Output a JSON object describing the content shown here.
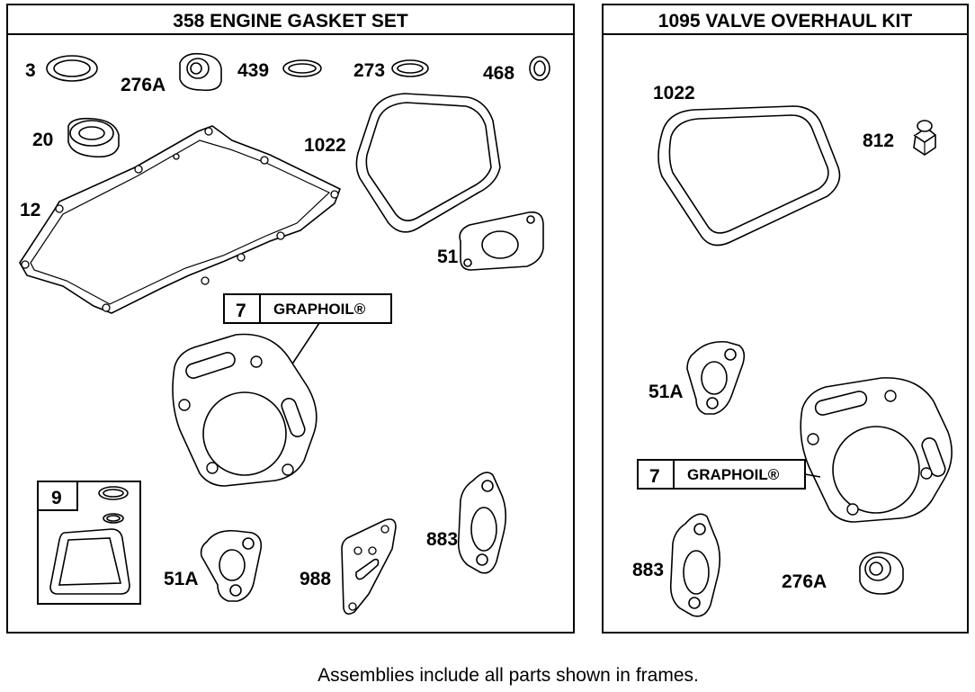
{
  "kits": [
    {
      "title": "358  ENGINE GASKET SET",
      "labels": {
        "p3": "3",
        "p276a": "276A",
        "p439": "439",
        "p273": "273",
        "p468": "468",
        "p20": "20",
        "p1022": "1022",
        "p12": "12",
        "p51": "51",
        "p7": "7",
        "graphoil": "GRAPHOIL®",
        "p9": "9",
        "p51a": "51A",
        "p988": "988",
        "p883": "883"
      }
    },
    {
      "title": "1095 VALVE OVERHAUL KIT",
      "labels": {
        "p1022": "1022",
        "p812": "812",
        "p51a": "51A",
        "p7": "7",
        "graphoil": "GRAPHOIL®",
        "p883": "883",
        "p276a": "276A"
      }
    }
  ],
  "footer_note": "Assemblies include all parts shown in frames."
}
